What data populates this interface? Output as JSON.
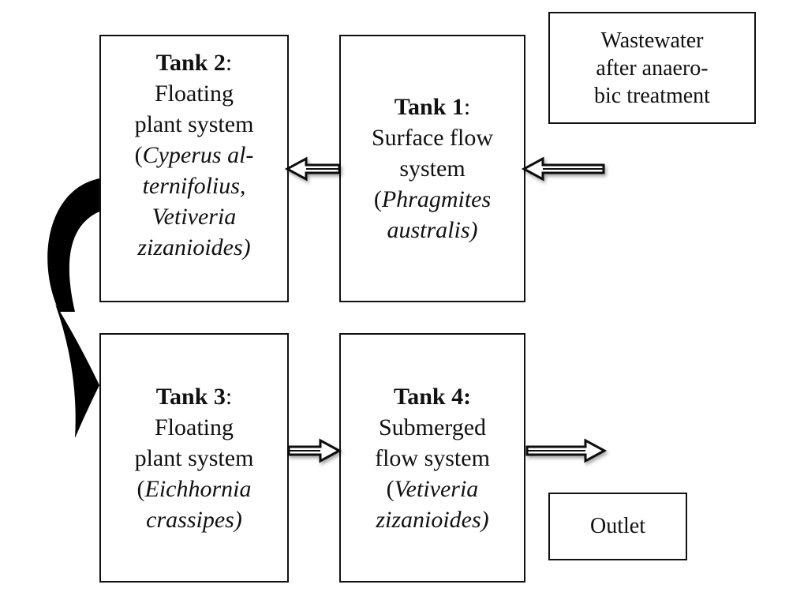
{
  "input": {
    "lines": [
      "Wastewater",
      "after anaero-",
      "bic treatment"
    ]
  },
  "tank1": {
    "title": "Tank 1",
    "punct": ":",
    "type_lines": [
      "Surface flow",
      "system"
    ],
    "species_lines": [
      "Phragmites",
      "australis)"
    ],
    "paren_open": "("
  },
  "tank2": {
    "title": "Tank 2",
    "punct": ":",
    "type_lines": [
      "Floating",
      "plant system"
    ],
    "paren_open": "(",
    "species_lines": [
      "Cyperus al-",
      "ternifolius,",
      "Vetiveria",
      "zizanioides)"
    ]
  },
  "tank3": {
    "title": "Tank 3",
    "punct": ":",
    "type_lines": [
      "Floating",
      "plant system"
    ],
    "paren_open": "(",
    "species_lines": [
      "Eichhornia",
      "crassipes)"
    ]
  },
  "tank4": {
    "title": "Tank 4:",
    "type_lines": [
      "Submerged",
      "flow system"
    ],
    "paren_open": "(",
    "species_lines": [
      "Vetiveria",
      "zizanioides)"
    ]
  },
  "outlet": {
    "label": "Outlet"
  }
}
